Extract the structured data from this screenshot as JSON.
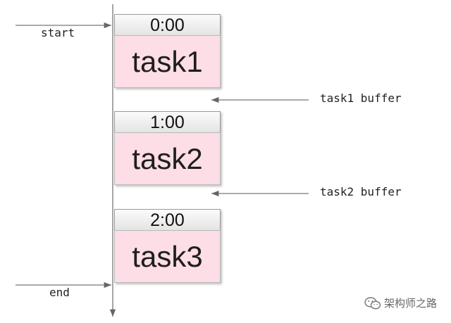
{
  "timeline": {
    "start_label": "start",
    "end_label": "end"
  },
  "tasks": [
    {
      "time": "0:00",
      "name": "task1"
    },
    {
      "time": "1:00",
      "name": "task2"
    },
    {
      "time": "2:00",
      "name": "task3"
    }
  ],
  "buffers": [
    {
      "label": "task1 buffer"
    },
    {
      "label": "task2 buffer"
    }
  ],
  "watermark": {
    "text": "架构师之路",
    "icon": "wechat-icon"
  },
  "colors": {
    "task_fill": "#fddde6",
    "arrow": "#666666"
  }
}
